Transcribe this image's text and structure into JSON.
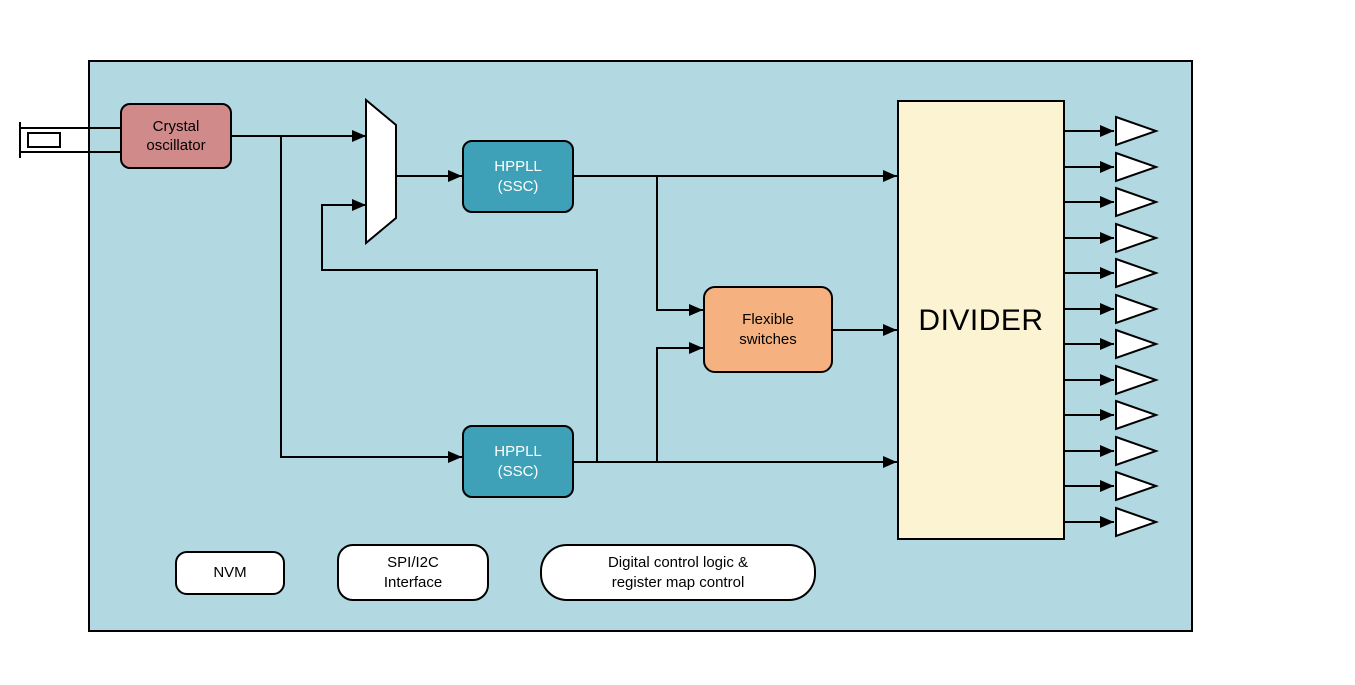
{
  "diagram": {
    "chip": {
      "fill": "#b2d8e2",
      "stroke": "#000000"
    },
    "blocks": {
      "crystal_oscillator": {
        "label": "Crystal\noscillator",
        "fill": "#d18a8a",
        "text_color": "#000000"
      },
      "hppll_top": {
        "label": "HPPLL\n(SSC)",
        "fill": "#3ea1b7",
        "text_color": "#ffffff"
      },
      "hppll_bottom": {
        "label": "HPPLL\n(SSC)",
        "fill": "#3ea1b7",
        "text_color": "#ffffff"
      },
      "flexible_switches": {
        "label": "Flexible\nswitches",
        "fill": "#f5b17f",
        "text_color": "#000000"
      },
      "divider": {
        "label": "DIVIDER",
        "fill": "#fcf3d2",
        "text_color": "#000000"
      },
      "nvm": {
        "label": "NVM",
        "fill": "#ffffff",
        "text_color": "#000000"
      },
      "spi_i2c_interface": {
        "label": "SPI/I2C\nInterface",
        "fill": "#ffffff",
        "text_color": "#000000"
      },
      "digital_control": {
        "label": "Digital control logic &\nregister map control",
        "fill": "#ffffff",
        "text_color": "#000000"
      }
    },
    "outputs": {
      "count": 12
    },
    "icons": {
      "crystal": "crystal-icon",
      "mux": "mux-icon",
      "output_buffer": "output-buffer-icon",
      "arrowhead": "arrowhead-icon"
    }
  }
}
